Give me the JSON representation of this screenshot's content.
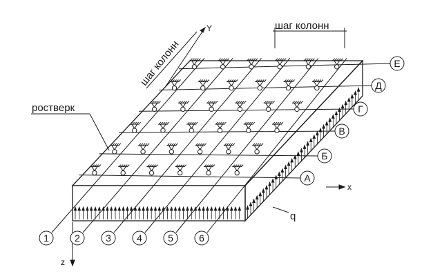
{
  "labels": {
    "column_step_top": "шаг колонн",
    "column_step_left": "шаг колонн",
    "grillage": "ростверк",
    "load": "q"
  },
  "axes": {
    "x": "x",
    "y": "Y",
    "z": "z"
  },
  "grid_axes_letters": [
    "А",
    "Б",
    "В",
    "Г",
    "Д",
    "Е"
  ],
  "grid_axes_numbers": [
    "1",
    "2",
    "3",
    "4",
    "5",
    "6"
  ],
  "colors": {
    "line": "#1a1a1a",
    "background": "#ffffff"
  }
}
